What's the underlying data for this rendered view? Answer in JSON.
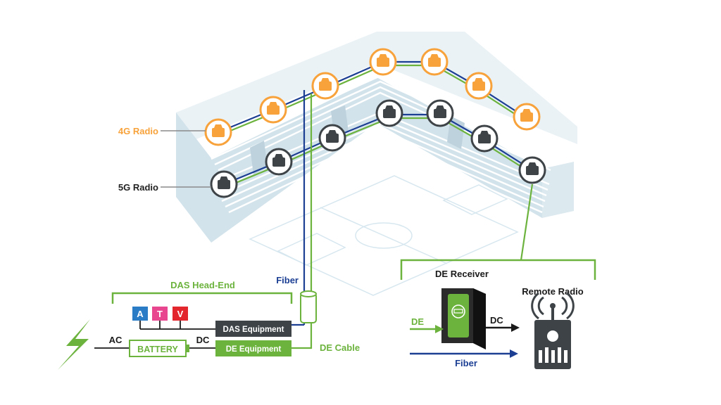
{
  "labels": {
    "radio_4g": "4G Radio",
    "radio_5g": "5G Radio",
    "fiber_vertical": "Fiber",
    "das_head_end": "DAS Head-End",
    "carrier_a": "A",
    "carrier_t": "T",
    "carrier_v": "V",
    "das_equipment": "DAS Equipment",
    "de_equipment": "DE Equipment",
    "battery": "BATTERY",
    "ac": "AC",
    "dc_left": "DC",
    "de_cable": "DE Cable",
    "de_receiver": "DE Receiver",
    "remote_radio": "Remote Radio",
    "de_input": "DE",
    "dc_output": "DC",
    "fiber_bottom": "Fiber"
  },
  "colors": {
    "orange": "#f7a23b",
    "dark_grey": "#3d4347",
    "green": "#6cb33e",
    "navy": "#1c3f94",
    "red": "#e3262d",
    "magenta": "#e8468f",
    "blue": "#2a7cc7",
    "stadium_face": "#dce9ef",
    "stadium_top": "#eaf2f6"
  },
  "icons": {
    "bolt": "lightning-bolt-icon",
    "radio": "radio-unit-icon",
    "receiver": "de-receiver-device-icon",
    "remote_radio": "remote-radio-tower-icon"
  }
}
